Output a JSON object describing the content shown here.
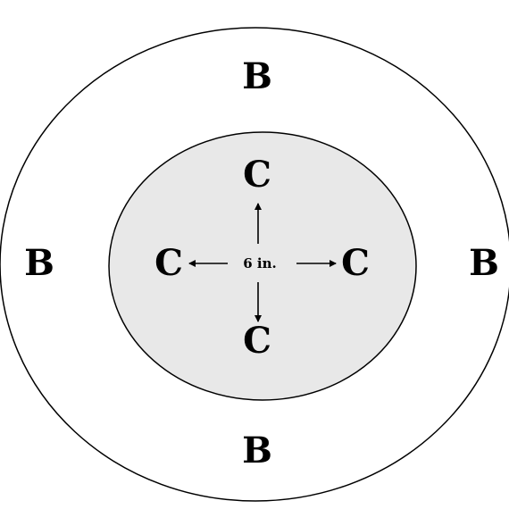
{
  "diagram": {
    "outer_label": "B",
    "inner_label": "C",
    "measurement": "6 in.",
    "colors": {
      "outer_fill": "#ffffff",
      "inner_fill": "#e8e8e8",
      "stroke": "#000000"
    }
  }
}
